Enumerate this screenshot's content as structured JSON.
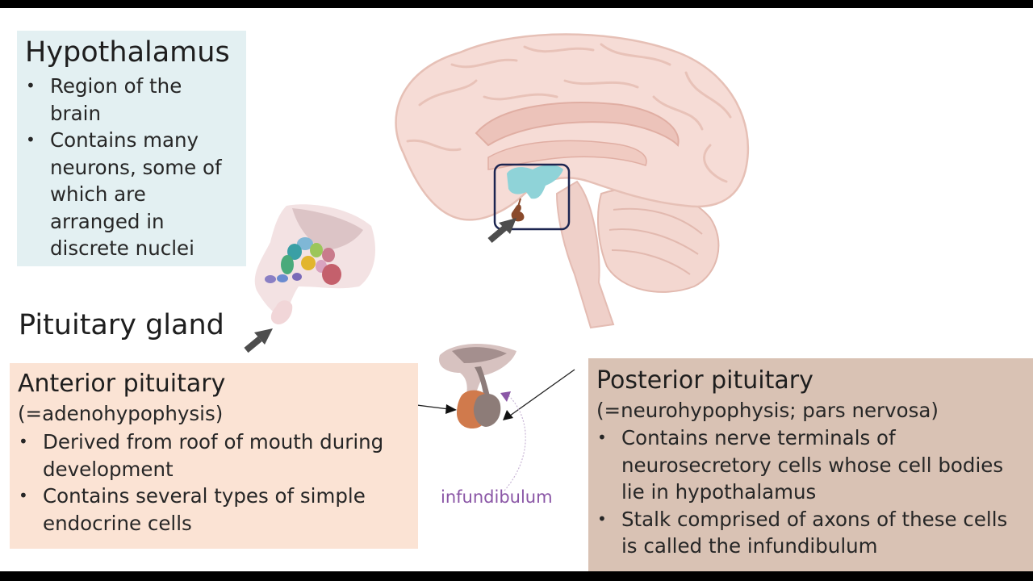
{
  "hypothalamus": {
    "title": "Hypothalamus",
    "bullets": [
      "Region of the brain",
      "Contains many neurons, some of which are arranged in discrete nuclei"
    ]
  },
  "pituitary_label": "Pituitary gland",
  "anterior": {
    "title": "Anterior pituitary",
    "subtitle": "(=adenohypophysis)",
    "bullets": [
      "Derived from roof of mouth during development",
      "Contains several types of simple endocrine cells"
    ]
  },
  "posterior": {
    "title": "Posterior pituitary",
    "subtitle": "(=neurohypophysis; pars nervosa)",
    "bullets": [
      "Contains nerve terminals of neurosecretory cells whose cell bodies lie in hypothalamus",
      "Stalk comprised of axons of these cells is called the infundibulum"
    ]
  },
  "infundibulum_label": "infundibulum",
  "colors": {
    "hypothalamus_box": "#e3f0f2",
    "anterior_box": "#fbe3d4",
    "posterior_box": "#d9c2b4",
    "infundibulum_text": "#8a56a6",
    "hypothalamus_region": "#8fd3d8",
    "highlight_frame": "#1c2550"
  }
}
